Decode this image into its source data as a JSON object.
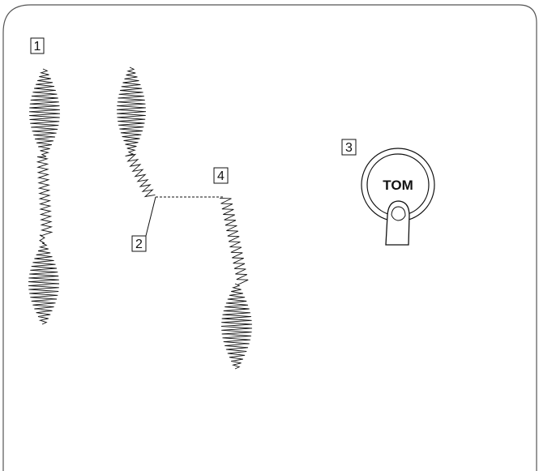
{
  "labels": {
    "l1": "1",
    "l2": "2",
    "l3": "3",
    "l4": "4"
  },
  "button": {
    "text": "TOM"
  },
  "colors": {
    "ink": "#111111",
    "frame": "#555555",
    "background": "#ffffff"
  }
}
